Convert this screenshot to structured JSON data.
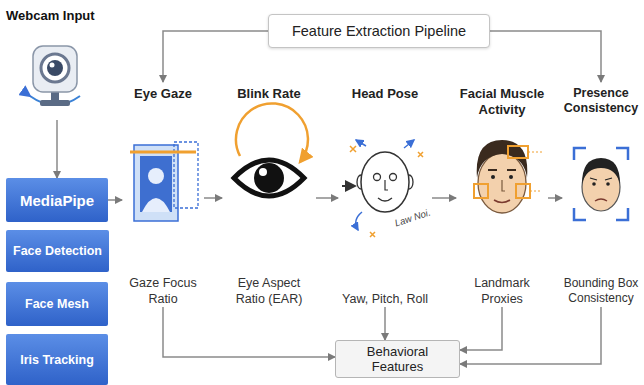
{
  "diagram": {
    "nodes": [
      {
        "text": [
          "Feature Extraction Pipeline"
        ]
      },
      {
        "text": [
          "Webcam Input"
        ]
      },
      {
        "text": [
          "MediaPipe"
        ]
      },
      {
        "text": [
          "Face Detection"
        ]
      },
      {
        "text": [
          "Face Mesh"
        ]
      },
      {
        "text": [
          "Iris Tracking"
        ]
      },
      {
        "text": [
          "Eye Gaze",
          "Gaze Focus Ratio"
        ]
      },
      {
        "text": [
          "Blink Rate",
          "Eye Aspect Ratio (EAR)"
        ]
      },
      {
        "text": [
          "Head Pose",
          "Yaw, Pitch, Roll"
        ]
      },
      {
        "text": [
          "Facial Muscle Activity",
          "Landmark Proxies"
        ]
      },
      {
        "text": [
          "Presence Consistency",
          "Bounding Box Consistency"
        ]
      },
      {
        "text": [
          "Behavioral Features"
        ]
      }
    ],
    "edges": [
      {
        "from": 1,
        "to": 2,
        "arrow": "to"
      },
      {
        "from": 2,
        "to": 6,
        "arrow": "to"
      },
      {
        "from": 6,
        "to": 7,
        "arrow": "to"
      },
      {
        "from": 7,
        "to": 8,
        "arrow": "to"
      },
      {
        "from": 8,
        "to": 9,
        "arrow": "to"
      },
      {
        "from": 9,
        "to": 10,
        "arrow": "to"
      },
      {
        "from": 0,
        "to": 6,
        "arrow": "to"
      },
      {
        "from": 0,
        "to": 10,
        "arrow": "to"
      },
      {
        "from": 6,
        "to": 11,
        "arrow": "to"
      },
      {
        "from": 8,
        "to": 11,
        "arrow": "to"
      },
      {
        "from": 9,
        "to": 11,
        "arrow": "to"
      },
      {
        "from": 10,
        "to": 11,
        "arrow": "to"
      }
    ],
    "labels": [
      "Law Noi."
    ]
  }
}
